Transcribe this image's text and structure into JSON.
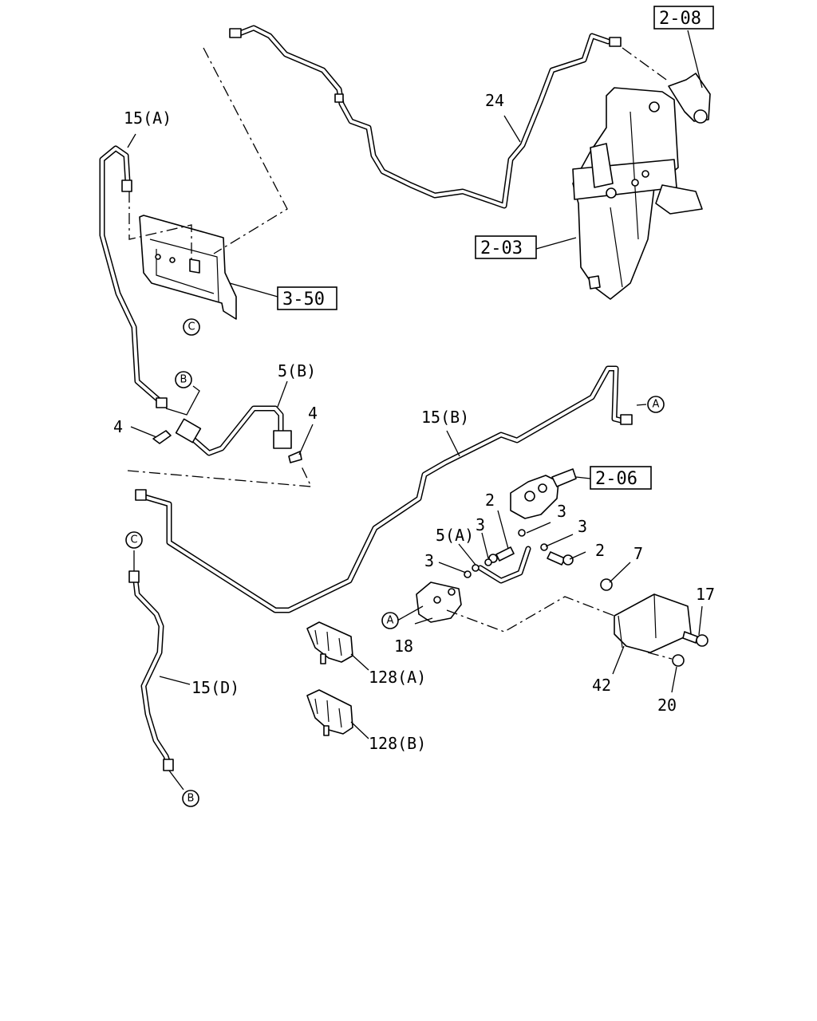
{
  "diagram": {
    "callouts": {
      "p15A": "15(A)",
      "p24": "24",
      "p5B": "5(B)",
      "p4a": "4",
      "p4b": "4",
      "p15B": "15(B)",
      "p2a": "2",
      "p3a": "3",
      "p3b": "3",
      "p3c": "3",
      "p5A": "5(A)",
      "p3d": "3",
      "p2b": "2",
      "p7": "7",
      "p17": "17",
      "p18": "18",
      "p42": "42",
      "p20": "20",
      "p15D": "15(D)",
      "p128A": "128(A)",
      "p128B": "128(B)"
    },
    "references": {
      "r208": "2-08",
      "r203": "2-03",
      "r350": "3-50",
      "r206": "2-06"
    },
    "connectors": {
      "cC1": "C",
      "cB1": "B",
      "cA1": "A",
      "cC2": "C",
      "cA2": "A",
      "cB2": "B"
    }
  }
}
